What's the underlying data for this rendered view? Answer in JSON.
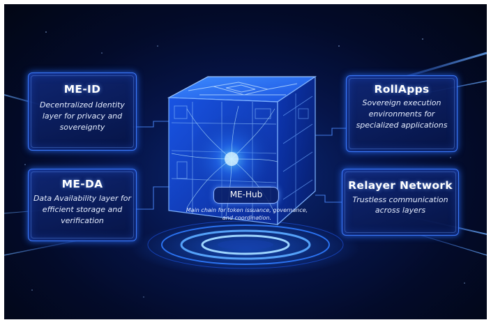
{
  "hub": {
    "label": "ME-Hub",
    "description": "Main chain for token issuance, governance, and coordination."
  },
  "cards": {
    "me_id": {
      "title": "ME-ID",
      "description": "Decentralized Identity layer for privacy and sovereignty"
    },
    "me_da": {
      "title": "ME-DA",
      "description": "Data Availability layer for efficient storage and verification"
    },
    "rollapps": {
      "title": "RollApps",
      "description": "Sovereign execution environments for specialized applications"
    },
    "relayer": {
      "title": "Relayer Network",
      "description": "Trustless communication across layers"
    }
  },
  "colors": {
    "background": "#030b2a",
    "accent": "#3d7bff",
    "glow": "#4fc3ff",
    "text": "#ffffff"
  }
}
